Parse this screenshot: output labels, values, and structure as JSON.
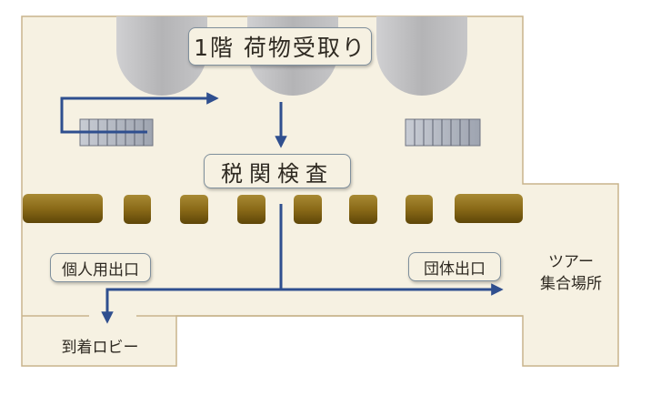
{
  "floor_title": "1階 荷物受取り",
  "customs": "税関検査",
  "exits": {
    "individual": "個人用出口",
    "group": "団体出口"
  },
  "arrival_lobby": "到着ロビー",
  "tour_meeting": {
    "line1": "ツアー",
    "line2": "集合場所"
  },
  "colors": {
    "floor": "#f6f1e2",
    "wall": "#c8b48c",
    "carousel": "#b9b9bb",
    "barrier": "#8a6a18",
    "arrow": "#2f4f8f"
  }
}
